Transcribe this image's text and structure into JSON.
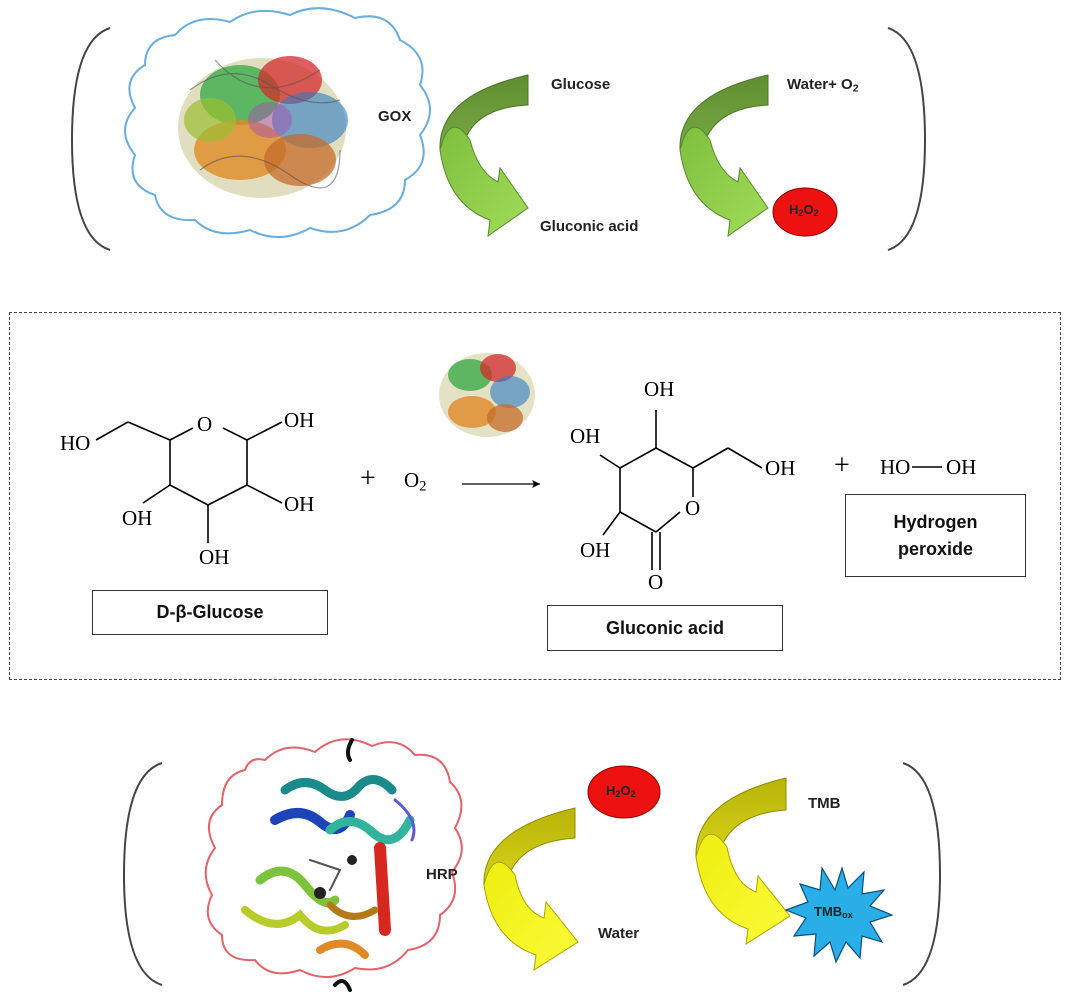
{
  "top_panel": {
    "enzyme": "GOX",
    "substrate_1": "Glucose",
    "product_1": "Gluconic acid",
    "substrate_2": "Water+ O",
    "substrate_2_sub": "2",
    "product_2": "H",
    "product_2_sub1": "2",
    "product_2_mid": "O",
    "product_2_sub2": "2"
  },
  "middle_panel": {
    "glucose_labels": {
      "ho": "HO",
      "o": "O",
      "oh_anomeric": "OH",
      "oh_c2": "OH",
      "oh_c3": "OH",
      "oh_c4": "OH"
    },
    "plus_1": "+",
    "oxygen": "O",
    "oxygen_sub": "2",
    "gluconic_labels": {
      "oh_top": "OH",
      "oh_left": "OH",
      "oh_ch2": "OH",
      "oh_bottom": "OH",
      "o_ring": "O",
      "o_carbonyl": "O"
    },
    "plus_2": "+",
    "peroxide_ho": "HO",
    "peroxide_oh": "OH",
    "box_glucose": "D-β-Glucose",
    "box_gluconic": "Gluconic acid",
    "box_peroxide": "Hydrogen\nperoxide"
  },
  "bottom_panel": {
    "enzyme": "HRP",
    "substrate_1": "H",
    "substrate_1_sub1": "2",
    "substrate_1_mid": "O",
    "substrate_1_sub2": "2",
    "product_1": "Water",
    "substrate_2": "TMB",
    "product_2": "TMB",
    "product_2_sub": "ox"
  },
  "colors": {
    "gox_cloud": "#6aaede",
    "hrp_cloud": "#e0646a",
    "green_arrow_dark": "#6b9a3a",
    "green_arrow_light": "#8ccf4a",
    "yellow_arrow_dark": "#c8c40c",
    "yellow_arrow_light": "#f4f41c",
    "h2o2_fill": "#ee1111",
    "tmbox_fill": "#29aee8"
  }
}
